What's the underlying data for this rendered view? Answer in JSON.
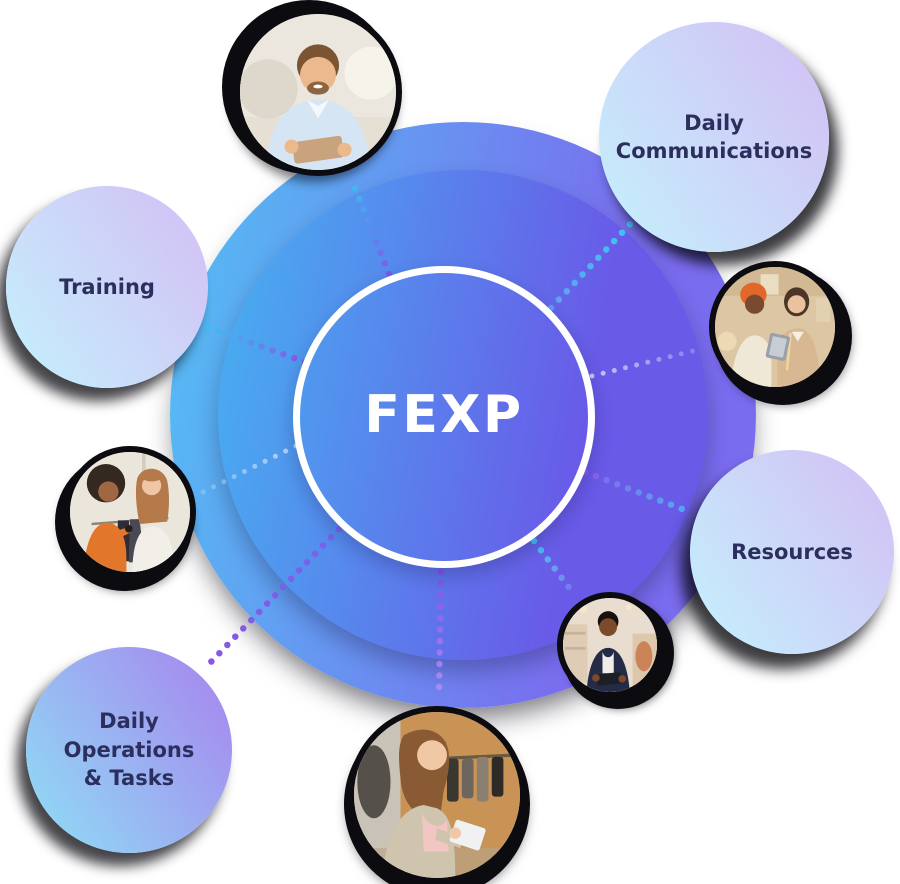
{
  "diagram": {
    "hub": {
      "label": "FEXP"
    },
    "satellites": {
      "daily_communications": {
        "lines": [
          "Daily",
          "Communications"
        ]
      },
      "training": {
        "lines": [
          "Training"
        ]
      },
      "resources": {
        "lines": [
          "Resources"
        ]
      },
      "daily_operations": {
        "lines": [
          "Daily",
          "Operations",
          "& Tasks"
        ]
      }
    },
    "photos": {
      "top": {
        "alt": "Smiling man in a light blue shirt holding a tablet"
      },
      "right": {
        "alt": "Two women in a studio reviewing a tablet together"
      },
      "left": {
        "alt": "Two women smiling while browsing clothes on a rack"
      },
      "bottom_right": {
        "alt": "Man in a dark jacket holding a tablet in a store"
      },
      "bottom": {
        "alt": "Woman in a beige blazer using a tablet in a clothing store"
      }
    },
    "colors": {
      "hub_blue": "#57b6f3",
      "hub_purple": "#7a6cee",
      "inner_blue": "#4aa8f0",
      "inner_purple": "#695ae8",
      "ring_white": "#ffffff",
      "label_text": "#2c2f5e",
      "satellite_light_start": "#c6ecfc",
      "satellite_light_end": "#d2c3f5",
      "satellite_strong_start": "#90d8f5",
      "satellite_strong_end": "#a689ee",
      "dot_cyan": "#3cc2f0",
      "dot_purple": "#8a52e8",
      "photo_ring": "#0b0b10"
    }
  }
}
